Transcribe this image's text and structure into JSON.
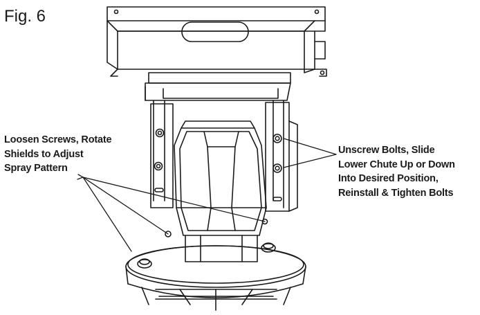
{
  "figure": {
    "title": "Fig. 6"
  },
  "callouts": {
    "left": {
      "lines": [
        "Loosen Screws, Rotate",
        "Shields to Adjust",
        "Spray Pattern"
      ]
    },
    "right": {
      "lines": [
        "Unscrew Bolts, Slide",
        "Lower Chute Up or Down",
        "Into Desired Position,",
        "Reinstall & Tighten Bolts"
      ]
    }
  },
  "colors": {
    "line": "#1a1a1a",
    "background": "#ffffff"
  }
}
